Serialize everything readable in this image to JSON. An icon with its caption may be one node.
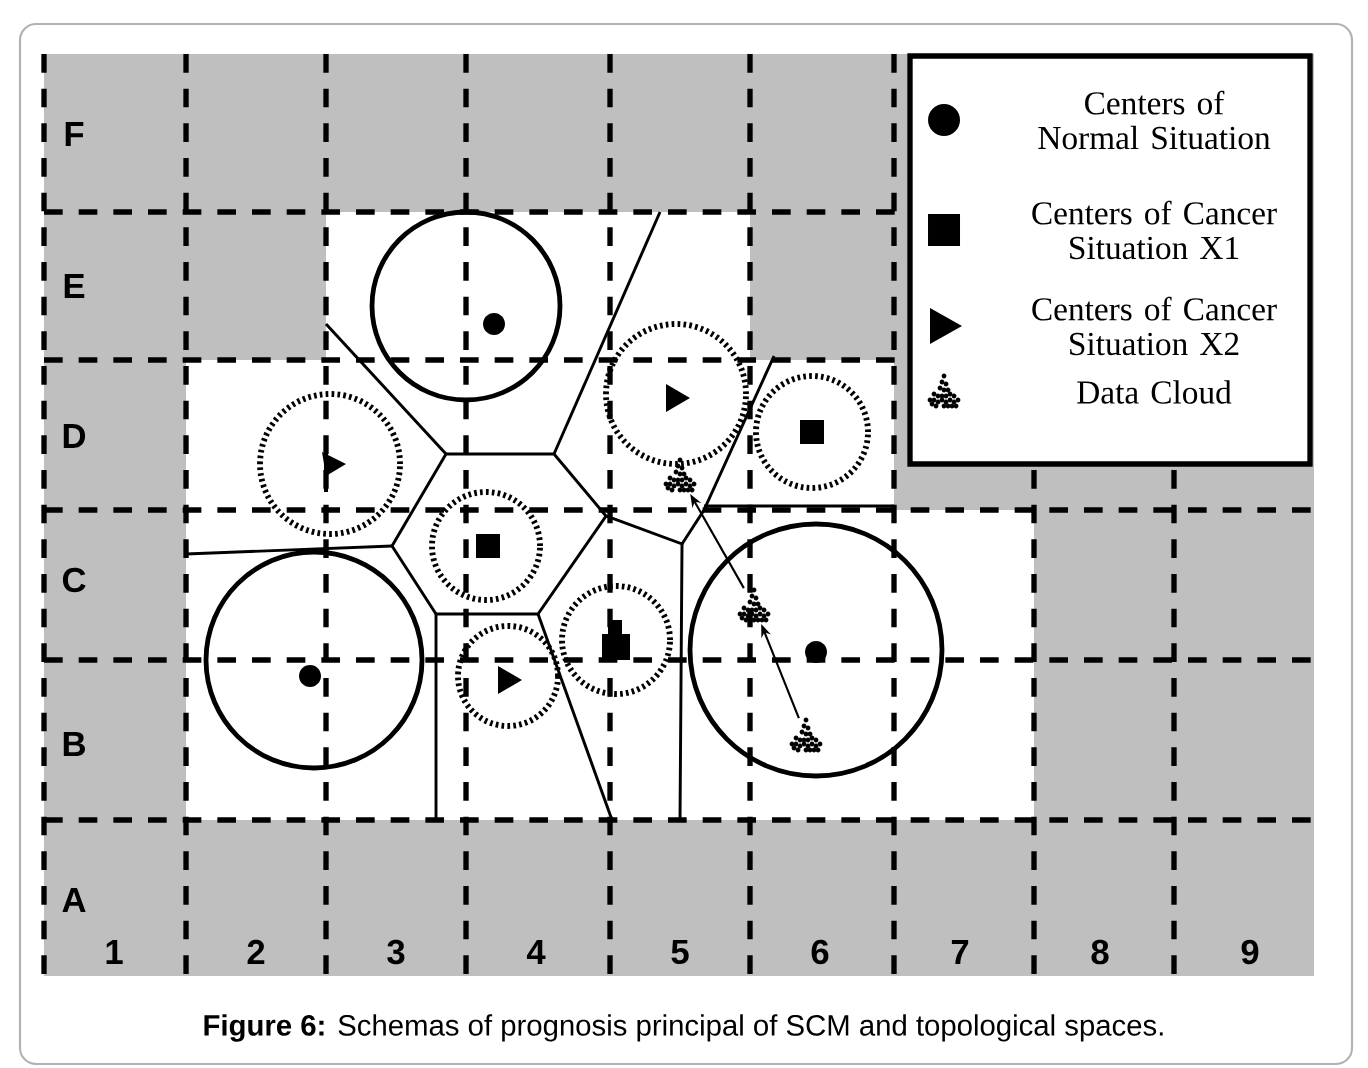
{
  "diagram": {
    "caption": "**Figure 6:** Schemas of prognosis principal of SCM and topological spaces.",
    "nodes": [
      {
        "text": [],
        "shape": "picture"
      },
      {
        "text": [],
        "shape": "picture"
      },
      {
        "text": [],
        "shape": "picture"
      }
    ],
    "edges": [
      {
        "from": 2,
        "to": 1,
        "arrow": "to"
      },
      {
        "from": 1,
        "to": 0,
        "arrow": "to"
      }
    ],
    "labels": [
      "F",
      "E",
      "D",
      "C",
      "B",
      "A",
      "1",
      "2",
      "3",
      "4",
      "5",
      "6",
      "7",
      "8",
      "9"
    ],
    "legend": [
      {
        "text": "Centers of Normal Situation"
      },
      {
        "text": "Centers of Cancer Situation X1"
      },
      {
        "text": "Centers of Cancer Situation X2"
      },
      {
        "text": "Data Cloud"
      }
    ]
  }
}
